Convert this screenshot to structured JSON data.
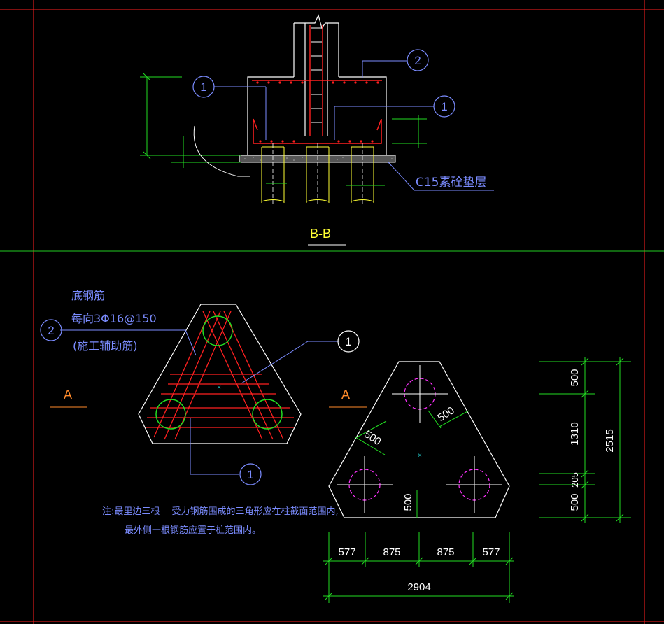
{
  "colors": {
    "background": "#000000",
    "frame": "#ff2020",
    "divider": "#22cc22",
    "white": "#ffffff",
    "blue": "#7b8cff",
    "green": "#22dd22",
    "red": "#ff2020",
    "yellow": "#ffff33",
    "magenta": "#ff33ff",
    "orange": "#ff8a2a"
  },
  "section_bb": {
    "title": "B-B",
    "callouts": [
      "1",
      "2",
      "1"
    ],
    "cushion_label": "C15素砼垫层"
  },
  "plan_left": {
    "section_mark": "A",
    "rebar_title": "底钢筋",
    "rebar_spec": "每向3Φ16@150",
    "rebar_note": "(施工辅助筋)",
    "callout_2": "2",
    "callout_1_top": "1",
    "callout_1_bottom": "1",
    "note_line1": "注:最里边三根　 受力钢筋围成的三角形应在柱截面范围内,",
    "note_line2": "最外侧一根钢筋应置于桩范围内。"
  },
  "plan_right": {
    "section_mark": "A",
    "dim_500_left": "500",
    "dim_500_right": "500",
    "dim_500_vertical": "500",
    "dims_bottom": [
      "577",
      "875",
      "875",
      "577"
    ],
    "dim_total_width": "2904",
    "dims_right": [
      "500",
      "1310",
      "205",
      "500"
    ],
    "dim_total_height": "2515"
  }
}
